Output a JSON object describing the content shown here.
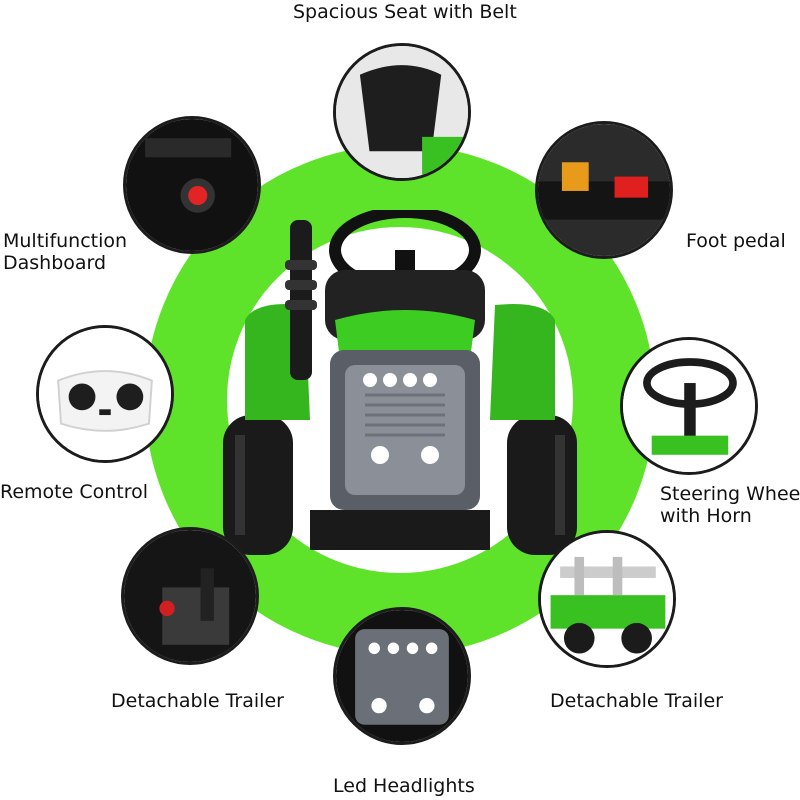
{
  "accent_color": "#5ee32a",
  "product": {
    "icon": "ride-on-tractor"
  },
  "features": [
    {
      "id": "seat",
      "label": "Spacious Seat with Belt",
      "icon": "seat-icon"
    },
    {
      "id": "dashboard",
      "label": "Multifunction\nDashboard",
      "icon": "dashboard-icon"
    },
    {
      "id": "pedal",
      "label": "Foot pedal",
      "icon": "foot-pedal-icon"
    },
    {
      "id": "remote",
      "label": "Remote Control",
      "icon": "remote-control-icon"
    },
    {
      "id": "steering",
      "label": "Steering Whee\nwith Horn",
      "icon": "steering-wheel-icon"
    },
    {
      "id": "gear",
      "label": "Detachable Trailer",
      "icon": "gear-lever-icon"
    },
    {
      "id": "trailer",
      "label": "Detachable Trailer",
      "icon": "trailer-icon"
    },
    {
      "id": "headlights",
      "label": "Led Headlights",
      "icon": "headlights-icon"
    }
  ]
}
